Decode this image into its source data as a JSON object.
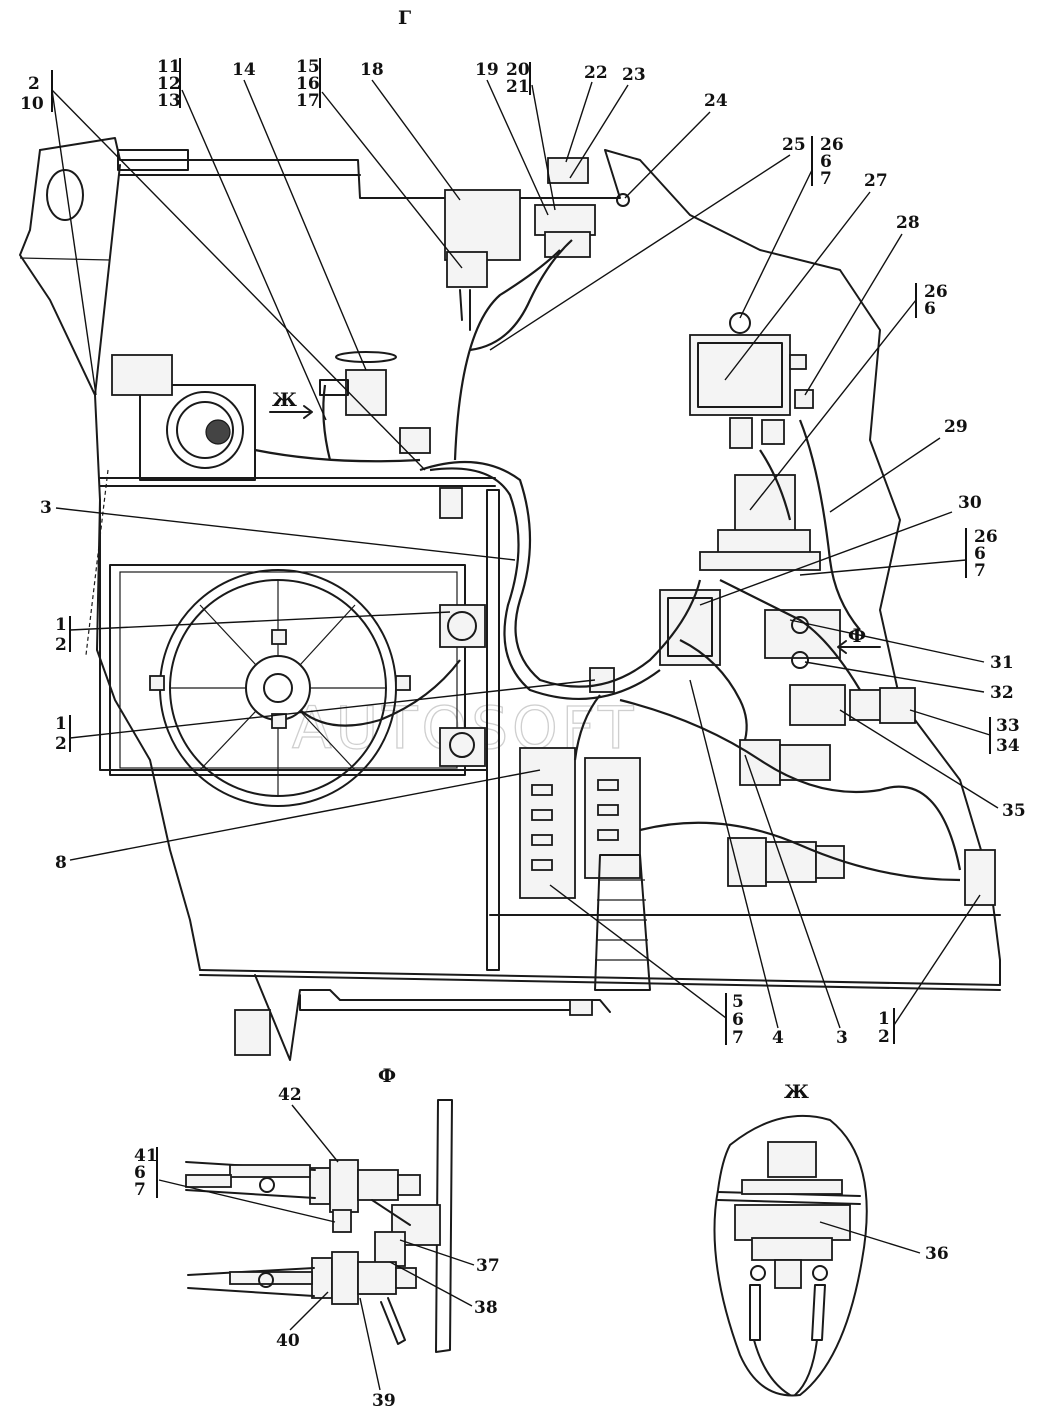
{
  "views": {
    "main": "Г",
    "detail_f": "Ф",
    "detail_zh": "Ж",
    "arrow_zh": "Ж",
    "arrow_f": "Ф"
  },
  "watermark": "AUTOSOFT",
  "labels": {
    "l_2_10": [
      "2",
      "10"
    ],
    "l_11_13": [
      "11",
      "12",
      "13"
    ],
    "l_14": "14",
    "l_15_17": [
      "15",
      "16",
      "17"
    ],
    "l_18": "18",
    "l_19": "19",
    "l_20_21": [
      "20",
      "21"
    ],
    "l_22": "22",
    "l_23": "23",
    "l_24": "24",
    "l_25": "25",
    "l_26_6_7_top": [
      "26",
      "6",
      "7"
    ],
    "l_27": "27",
    "l_28": "28",
    "l_26_6": [
      "26",
      "6"
    ],
    "l_29": "29",
    "l_30": "30",
    "l_26_6_7_mid": [
      "26",
      "6",
      "7"
    ],
    "l_3_left": "3",
    "l_1_2_a": [
      "1",
      "2"
    ],
    "l_1_2_b": [
      "1",
      "2"
    ],
    "l_8": "8",
    "l_31": "31",
    "l_32": "32",
    "l_33_34": [
      "33",
      "34"
    ],
    "l_35": "35",
    "l_5_6_7": [
      "5",
      "6",
      "7"
    ],
    "l_4": "4",
    "l_3_bottom": "3",
    "l_1_2_c": [
      "1",
      "2"
    ],
    "l_42": "42",
    "l_41_6_7": [
      "41",
      "6",
      "7"
    ],
    "l_37": "37",
    "l_38": "38",
    "l_40": "40",
    "l_39": "39",
    "l_36": "36"
  }
}
